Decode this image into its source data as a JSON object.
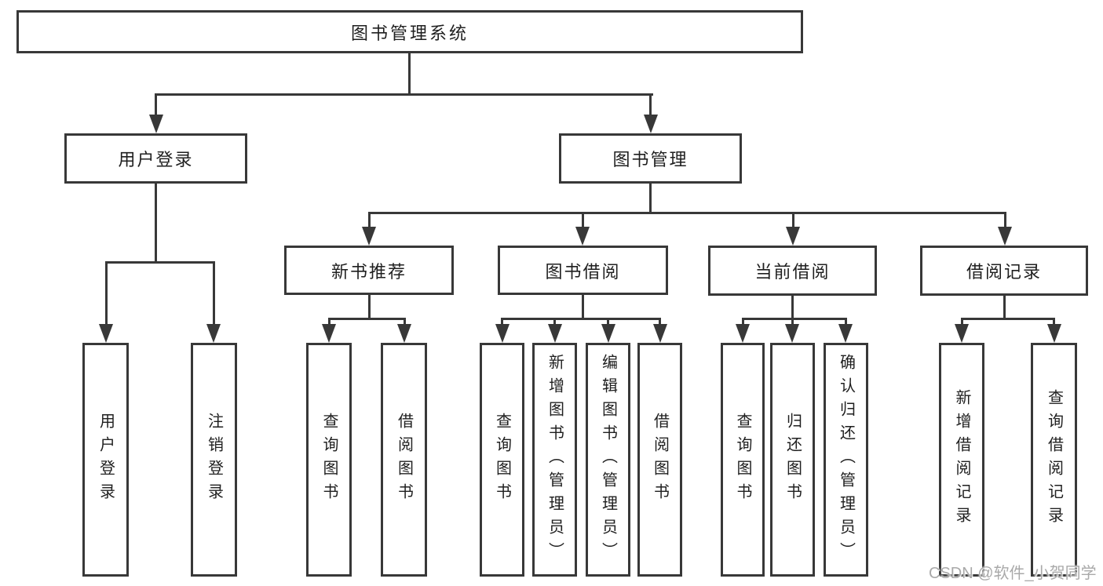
{
  "tree": {
    "label": "图书管理系统",
    "children": [
      {
        "label": "用户登录",
        "children": [
          {
            "label": "用户登录"
          },
          {
            "label": "注销登录"
          }
        ]
      },
      {
        "label": "图书管理",
        "children": [
          {
            "label": "新书推荐",
            "children": [
              {
                "label": "查询图书"
              },
              {
                "label": "借阅图书"
              }
            ]
          },
          {
            "label": "图书借阅",
            "children": [
              {
                "label": "查询图书"
              },
              {
                "label": "新增图书（管理员）"
              },
              {
                "label": "编辑图书（管理员）"
              },
              {
                "label": "借阅图书"
              }
            ]
          },
          {
            "label": "当前借阅",
            "children": [
              {
                "label": "查询图书"
              },
              {
                "label": "归还图书"
              },
              {
                "label": "确认归还（管理员）"
              }
            ]
          },
          {
            "label": "借阅记录",
            "children": [
              {
                "label": "新增借阅记录"
              },
              {
                "label": "查询借阅记录"
              }
            ]
          }
        ]
      }
    ]
  },
  "watermark": {
    "text": "CSDN @软件_小贺同学"
  },
  "colors": {
    "line": "#383838",
    "text": "#1f1f1f",
    "watermark": "#a9a9a9",
    "background": "#ffffff"
  }
}
